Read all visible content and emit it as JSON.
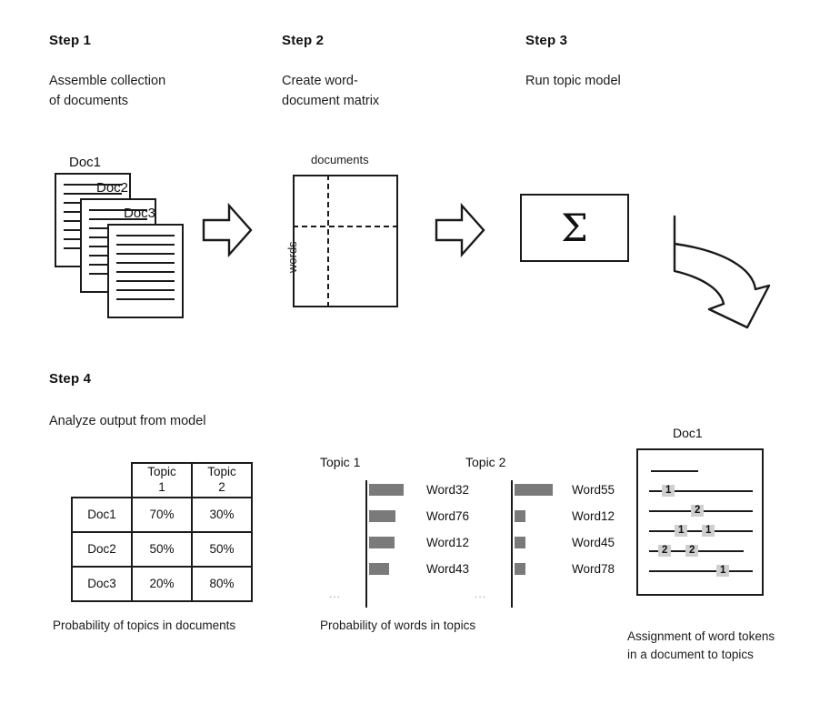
{
  "figure": {
    "type": "diagram",
    "subject": "Topic modeling workflow: four steps"
  },
  "steps": [
    {
      "title": "Step 1",
      "desc": "Assemble collection\nof documents"
    },
    {
      "title": "Step 2",
      "desc": "Create word-\ndocument matrix"
    },
    {
      "title": "Step 3",
      "desc": "Run topic model"
    },
    {
      "title": "Step 4",
      "desc": "Analyze output from model"
    }
  ],
  "doc_stack": {
    "labels": [
      "Doc1",
      "Doc2",
      "Doc3"
    ]
  },
  "matrix": {
    "top_label": "documents",
    "side_label": "words"
  },
  "model_box": {
    "symbol": "Σ"
  },
  "prob_table": {
    "corner": "",
    "columns": [
      "Topic\n1",
      "Topic\n2"
    ],
    "rows": [
      {
        "label": "Doc1",
        "values": [
          "70%",
          "30%"
        ]
      },
      {
        "label": "Doc2",
        "values": [
          "50%",
          "50%"
        ]
      },
      {
        "label": "Doc3",
        "values": [
          "20%",
          "80%"
        ]
      }
    ],
    "caption": "Probability of topics in documents"
  },
  "chart_data": [
    {
      "type": "bar",
      "title": "Topic 1",
      "orientation": "horizontal",
      "categories": [
        "Word32",
        "Word76",
        "Word12",
        "Word43"
      ],
      "values": [
        38,
        29,
        28,
        22
      ],
      "unit": "relative bar length (px)",
      "ellipsis": "...",
      "xlabel": "",
      "ylabel": "",
      "grid": false,
      "legend": "none"
    },
    {
      "type": "bar",
      "title": "Topic 2",
      "orientation": "horizontal",
      "categories": [
        "Word55",
        "Word12",
        "Word45",
        "Word78"
      ],
      "values": [
        42,
        12,
        12,
        12
      ],
      "unit": "relative bar length (px)",
      "ellipsis": "...",
      "xlabel": "",
      "ylabel": "",
      "grid": false,
      "legend": "none"
    }
  ],
  "bars_caption": "Probability of words in topics",
  "token_doc": {
    "title": "Doc1",
    "lines": [
      {
        "tokens": []
      },
      {
        "tokens": [
          "1"
        ]
      },
      {
        "tokens": [
          "2"
        ]
      },
      {
        "tokens": [
          "1",
          "1"
        ]
      },
      {
        "tokens": [
          "2",
          "2"
        ]
      },
      {
        "tokens": [
          "1"
        ]
      }
    ],
    "caption": "Assignment of word tokens\nin a document to topics"
  },
  "colors": {
    "ink": "#1a1a1a",
    "bar": "#7a7a7a",
    "token": "#cfcfcf",
    "background": "#ffffff"
  },
  "icons": {
    "arrow_right": "block-arrow-right",
    "arrow_loop": "curved-loop-arrow"
  }
}
